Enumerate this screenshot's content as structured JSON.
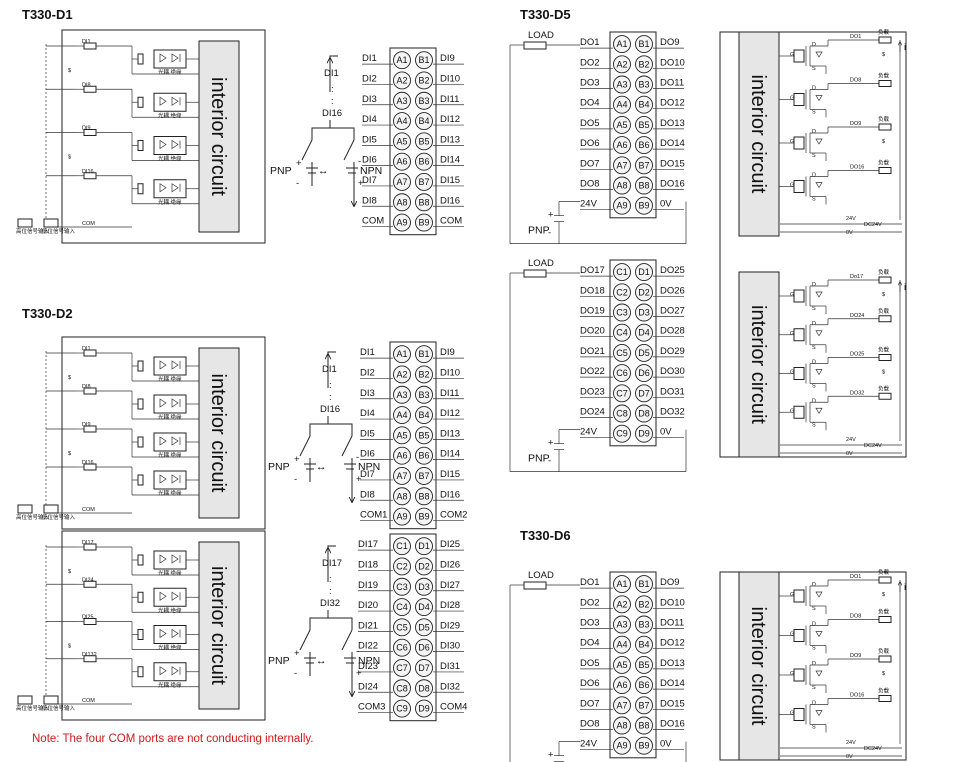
{
  "diagrams": {
    "d1": {
      "title": "T330-D1",
      "in_start": 1,
      "in_end": 16,
      "com_labels": [
        "COM",
        "COM"
      ]
    },
    "d2": {
      "title": "T330-D2",
      "in_start": 1,
      "in_end": 16,
      "com_labels": [
        "COM1",
        "COM2"
      ],
      "in2_start": 17,
      "in2_end": 32,
      "com2_labels": [
        "COM3",
        "COM4"
      ]
    },
    "d5": {
      "title": "T330-D5",
      "out_start": 1,
      "out_end": 16,
      "out2_start": 17,
      "out2_end": 32,
      "supply_24v": "24V",
      "supply_0v": "0V"
    },
    "d6": {
      "title": "T330-D6",
      "out_start": 1,
      "out_end": 16,
      "supply_24v": "24V",
      "supply_0v": "0V"
    }
  },
  "labels": {
    "interior": "interior circuit",
    "load": "LOAD",
    "pnp": "PNP",
    "npn": "NPN",
    "swap": "↔",
    "optocoupler": "光耦 绝缘",
    "load_cn": "负载",
    "dc24v": "DC24V",
    "v24": "24V",
    "v0": "0V",
    "current": "i",
    "signal_cn": "高位信号输入",
    "signal_cn2": "低位信号输入",
    "s": "$"
  },
  "input_left_labels": [
    "DI1",
    "DI8",
    "DI9",
    "DI16"
  ],
  "input_left_labels_b": [
    "DI17",
    "DI24",
    "DI25",
    "DI132"
  ],
  "input_left_com": "COM",
  "output_right_labels": [
    "DO1",
    "DO8",
    "DO9",
    "DO16"
  ],
  "output_right_labels_b": [
    "Do17",
    "DO24",
    "DO25",
    "DO32"
  ],
  "note": "Note: The four COM ports are not conducting internally."
}
